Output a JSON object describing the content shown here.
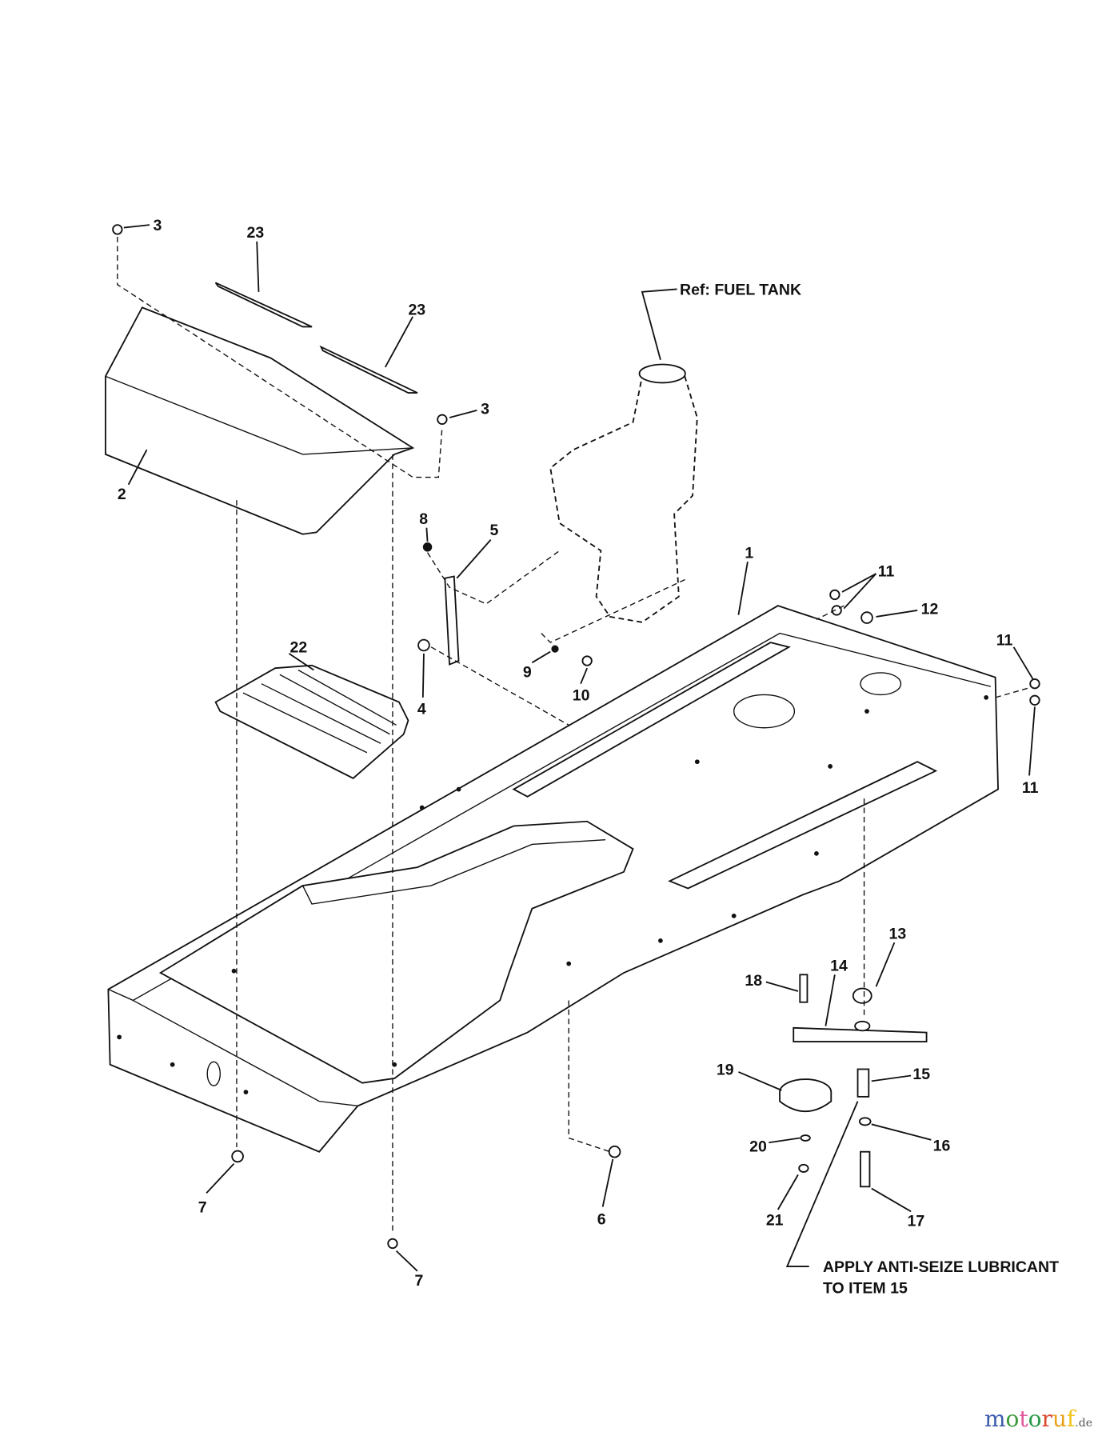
{
  "diagram": {
    "callouts": [
      "1",
      "2",
      "3",
      "3",
      "4",
      "5",
      "6",
      "7",
      "7",
      "8",
      "9",
      "10",
      "11",
      "11",
      "11",
      "12",
      "13",
      "14",
      "15",
      "16",
      "17",
      "18",
      "19",
      "20",
      "21",
      "22",
      "23",
      "23"
    ],
    "reference_label": "Ref: FUEL TANK",
    "note_line1": "APPLY ANTI-SEIZE LUBRICANT",
    "note_line2": "TO ITEM 15"
  },
  "watermark": {
    "text": "motoruf",
    "suffix": ".de",
    "colors": [
      "#3b5bab",
      "#3a9a3a",
      "#e0559a",
      "#2a9a4a",
      "#d9452b",
      "#e8a21c",
      "#f0c419"
    ]
  }
}
